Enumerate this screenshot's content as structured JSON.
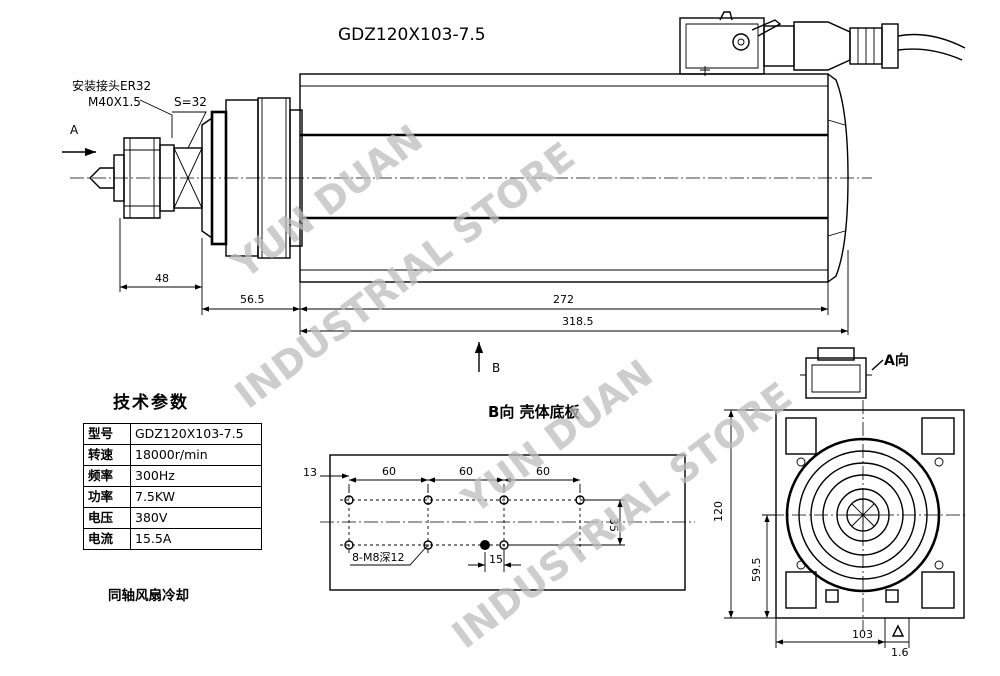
{
  "model_title": "GDZ120X103-7.5",
  "labels": {
    "collet": "安装接头ER32",
    "thread": "M40X1.5",
    "wrench": "S=32",
    "arrow_a": "A",
    "arrow_b": "B",
    "view_b": "B向 壳体底板",
    "view_a": "A向",
    "holes": "8-M8深12"
  },
  "side_dims": {
    "d48": "48",
    "d56": "56.5",
    "d272": "272",
    "d318": "318.5"
  },
  "plate_dims": {
    "d13": "13",
    "d60a": "60",
    "d60b": "60",
    "d60c": "60",
    "d35": "35",
    "d15": "15"
  },
  "front_dims": {
    "d120": "120",
    "d59": "59.5",
    "d103": "103",
    "d16": "1.6"
  },
  "spec": {
    "title": "技术参数",
    "rows": [
      {
        "key": "型号",
        "value": "GDZ120X103-7.5"
      },
      {
        "key": "转速",
        "value": "18000r/min"
      },
      {
        "key": "频率",
        "value": "300Hz"
      },
      {
        "key": "功率",
        "value": "7.5KW"
      },
      {
        "key": "电压",
        "value": "380V"
      },
      {
        "key": "电流",
        "value": "15.5A"
      }
    ],
    "note": "同轴风扇冷却"
  },
  "watermark": {
    "line1": "YUN DUAN",
    "line2": "INDUSTRIAL STORE"
  }
}
